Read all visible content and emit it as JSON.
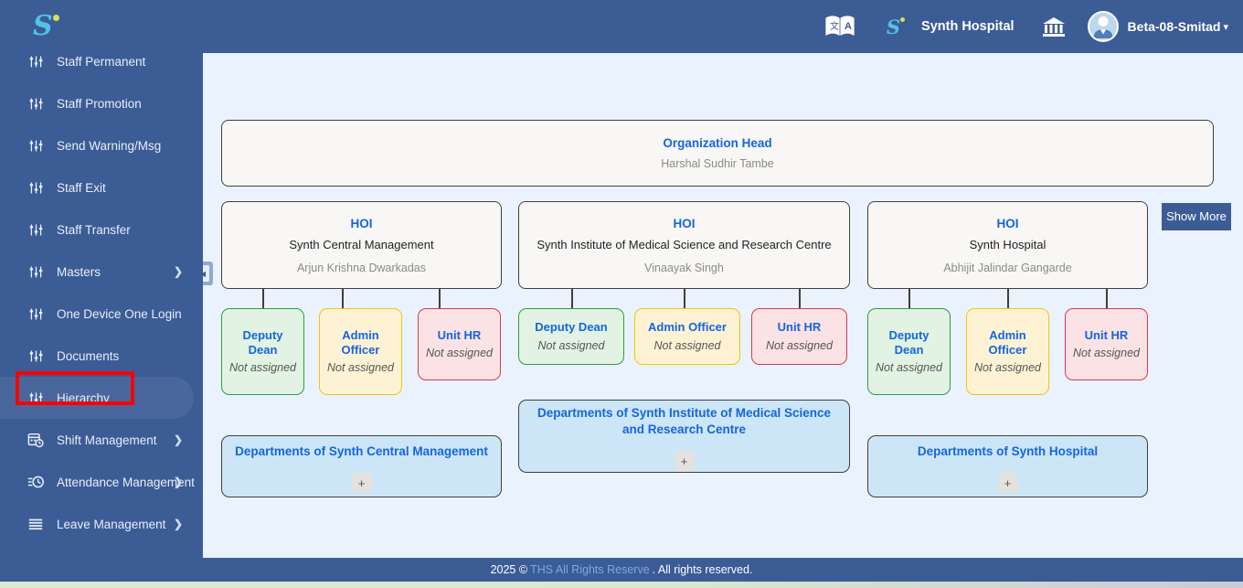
{
  "header": {
    "logo_alt": "S",
    "translate_icon": "translate-icon",
    "brand_mark": "S",
    "hospital_name": "Synth Hospital",
    "bank_icon": "bank-icon",
    "user_name": "Beta-08-Smitad",
    "caret": "▾"
  },
  "sidebar": {
    "items": [
      {
        "label": "Staff Permanent",
        "icon": "sliders-icon",
        "chevron": "",
        "active": false
      },
      {
        "label": "Staff Promotion",
        "icon": "sliders-icon",
        "chevron": "",
        "active": false
      },
      {
        "label": "Send Warning/Msg",
        "icon": "sliders-icon",
        "chevron": "",
        "active": false
      },
      {
        "label": "Staff Exit",
        "icon": "sliders-icon",
        "chevron": "",
        "active": false
      },
      {
        "label": "Staff Transfer",
        "icon": "sliders-icon",
        "chevron": "",
        "active": false
      },
      {
        "label": "Masters",
        "icon": "sliders-icon",
        "chevron": "❯",
        "active": false
      },
      {
        "label": "One Device One Login",
        "icon": "sliders-icon",
        "chevron": "",
        "active": false
      },
      {
        "label": "Documents",
        "icon": "sliders-icon",
        "chevron": "",
        "active": false
      },
      {
        "label": "Hierarchy",
        "icon": "sliders-icon",
        "chevron": "",
        "active": true
      },
      {
        "label": "Shift Management",
        "icon": "calendar-clock-icon",
        "chevron": "❯",
        "active": false
      },
      {
        "label": "Attendance Management",
        "icon": "clock-list-icon",
        "chevron": "❯",
        "active": false
      },
      {
        "label": "Leave Management",
        "icon": "menu-lines-icon",
        "chevron": "❯",
        "active": false
      }
    ]
  },
  "main": {
    "collapse_toggle_icon": "chevron-left-icon",
    "show_more_label": "Show More",
    "root": {
      "title": "Organization Head",
      "person": "Harshal Sudhir Tambe"
    },
    "units": [
      {
        "title": "HOI",
        "name": "Synth Central Management",
        "person": "Arjun Krishna Dwarkadas",
        "roles": [
          {
            "title": "Deputy Dean",
            "status": "Not assigned",
            "color": "green"
          },
          {
            "title": "Admin Officer",
            "status": "Not assigned",
            "color": "yellow"
          },
          {
            "title": "Unit HR",
            "status": "Not assigned",
            "color": "red"
          }
        ],
        "departments": {
          "title": "Departments of Synth Central Management",
          "add_label": "+"
        }
      },
      {
        "title": "HOI",
        "name": "Synth Institute of Medical Science and Research Centre",
        "person": "Vinaayak Singh",
        "roles": [
          {
            "title": "Deputy Dean",
            "status": "Not assigned",
            "color": "green"
          },
          {
            "title": "Admin Officer",
            "status": "Not assigned",
            "color": "yellow"
          },
          {
            "title": "Unit HR",
            "status": "Not assigned",
            "color": "red"
          }
        ],
        "departments": {
          "title": "Departments of Synth Institute of Medical Science and Research Centre",
          "add_label": "+"
        }
      },
      {
        "title": "HOI",
        "name": "Synth Hospital",
        "person": "Abhijit Jalindar Gangarde",
        "roles": [
          {
            "title": "Deputy Dean",
            "status": "Not assigned",
            "color": "green"
          },
          {
            "title": "Admin Officer",
            "status": "Not assigned",
            "color": "yellow"
          },
          {
            "title": "Unit HR",
            "status": "Not assigned",
            "color": "red"
          }
        ],
        "departments": {
          "title": "Departments of Synth Hospital",
          "add_label": "+"
        }
      }
    ]
  },
  "footer": {
    "year_copy": "2025 ©",
    "link": "THS All Rights Reserve",
    "tail": ". All rights reserved."
  },
  "colors": {
    "brand_blue": "#3c5c96",
    "accent_cyan": "#4fc3e8",
    "page_bg": "#eaf2fe",
    "title_blue": "#1565e0",
    "green": "#2e9e3e",
    "yellow": "#f1c40f",
    "red": "#d63c4b",
    "dept_blue": "#cce6f7",
    "highlight_red": "#ff0000"
  }
}
